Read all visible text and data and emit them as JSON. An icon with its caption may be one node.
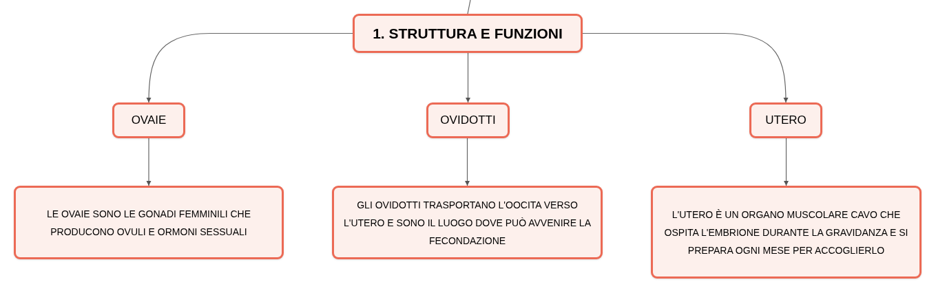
{
  "diagram": {
    "nodes": [
      {
        "text": [
          "1. STRUTTURA E FUNZIONI"
        ]
      },
      {
        "text": [
          "OVAIE"
        ]
      },
      {
        "text": [
          "OVIDOTTI"
        ]
      },
      {
        "text": [
          "UTERO"
        ]
      },
      {
        "text": [
          "LE OVAIE SONO LE GONADI FEMMINILI CHE PRODUCONO OVULI E ORMONI SESSUALI"
        ]
      },
      {
        "text": [
          "GLI OVIDOTTI TRASPORTANO L'OOCITA VERSO L'UTERO E SONO IL LUOGO DOVE PUÒ AVVENIRE LA FECONDAZIONE"
        ]
      },
      {
        "text": [
          "L'UTERO È UN ORGANO MUSCOLARE CAVO CHE OSPITA L'EMBRIONE DURANTE LA GRAVIDANZA E SI PREPARA OGNI MESE PER ACCOGLIERLO"
        ]
      }
    ],
    "edges": [
      {
        "from": null,
        "to": 0,
        "arrow": "none"
      },
      {
        "from": 0,
        "to": 1,
        "arrow": "to"
      },
      {
        "from": 0,
        "to": 2,
        "arrow": "to"
      },
      {
        "from": 0,
        "to": 3,
        "arrow": "to"
      },
      {
        "from": 1,
        "to": 4,
        "arrow": "to"
      },
      {
        "from": 2,
        "to": 5,
        "arrow": "to"
      },
      {
        "from": 3,
        "to": 6,
        "arrow": "to"
      }
    ]
  }
}
